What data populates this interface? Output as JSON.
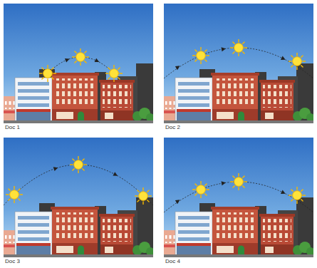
{
  "diagram": {
    "labels": [
      "Doc 1",
      "Doc 2",
      "Doc 3",
      "Doc 4"
    ]
  }
}
